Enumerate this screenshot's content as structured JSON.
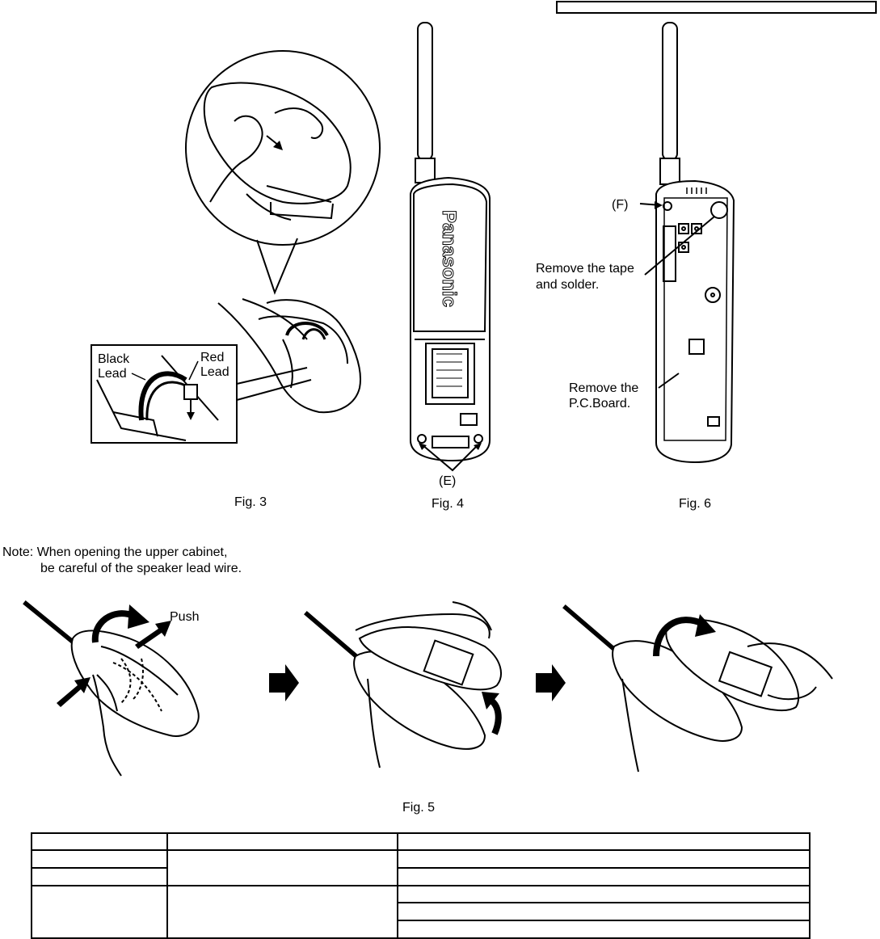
{
  "header": {
    "title": ""
  },
  "fig3": {
    "caption": "Fig. 3",
    "black_lead_1": "Black",
    "black_lead_2": "Lead",
    "red_lead_1": "Red",
    "red_lead_2": "Lead"
  },
  "fig4": {
    "caption": "Fig. 4",
    "brand": "Panasonic",
    "screw_label": "(E)"
  },
  "fig6": {
    "caption": "Fig. 6",
    "screw_label": "(F)",
    "tape_line1": "Remove the tape",
    "tape_line2": "and solder.",
    "board_line1": "Remove the",
    "board_line2": "P.C.Board."
  },
  "note": {
    "line1": "Note:  When opening the upper cabinet,",
    "line2": "be careful of the speaker lead wire."
  },
  "fig5": {
    "caption": "Fig. 5",
    "push_label": "Push"
  },
  "bottom_table": {
    "rows": [
      [
        "",
        "",
        ""
      ],
      [
        "",
        "",
        ""
      ],
      [
        "",
        "",
        ""
      ],
      [
        "",
        "",
        ""
      ],
      [
        "",
        "",
        ""
      ],
      [
        "",
        "",
        ""
      ]
    ]
  }
}
